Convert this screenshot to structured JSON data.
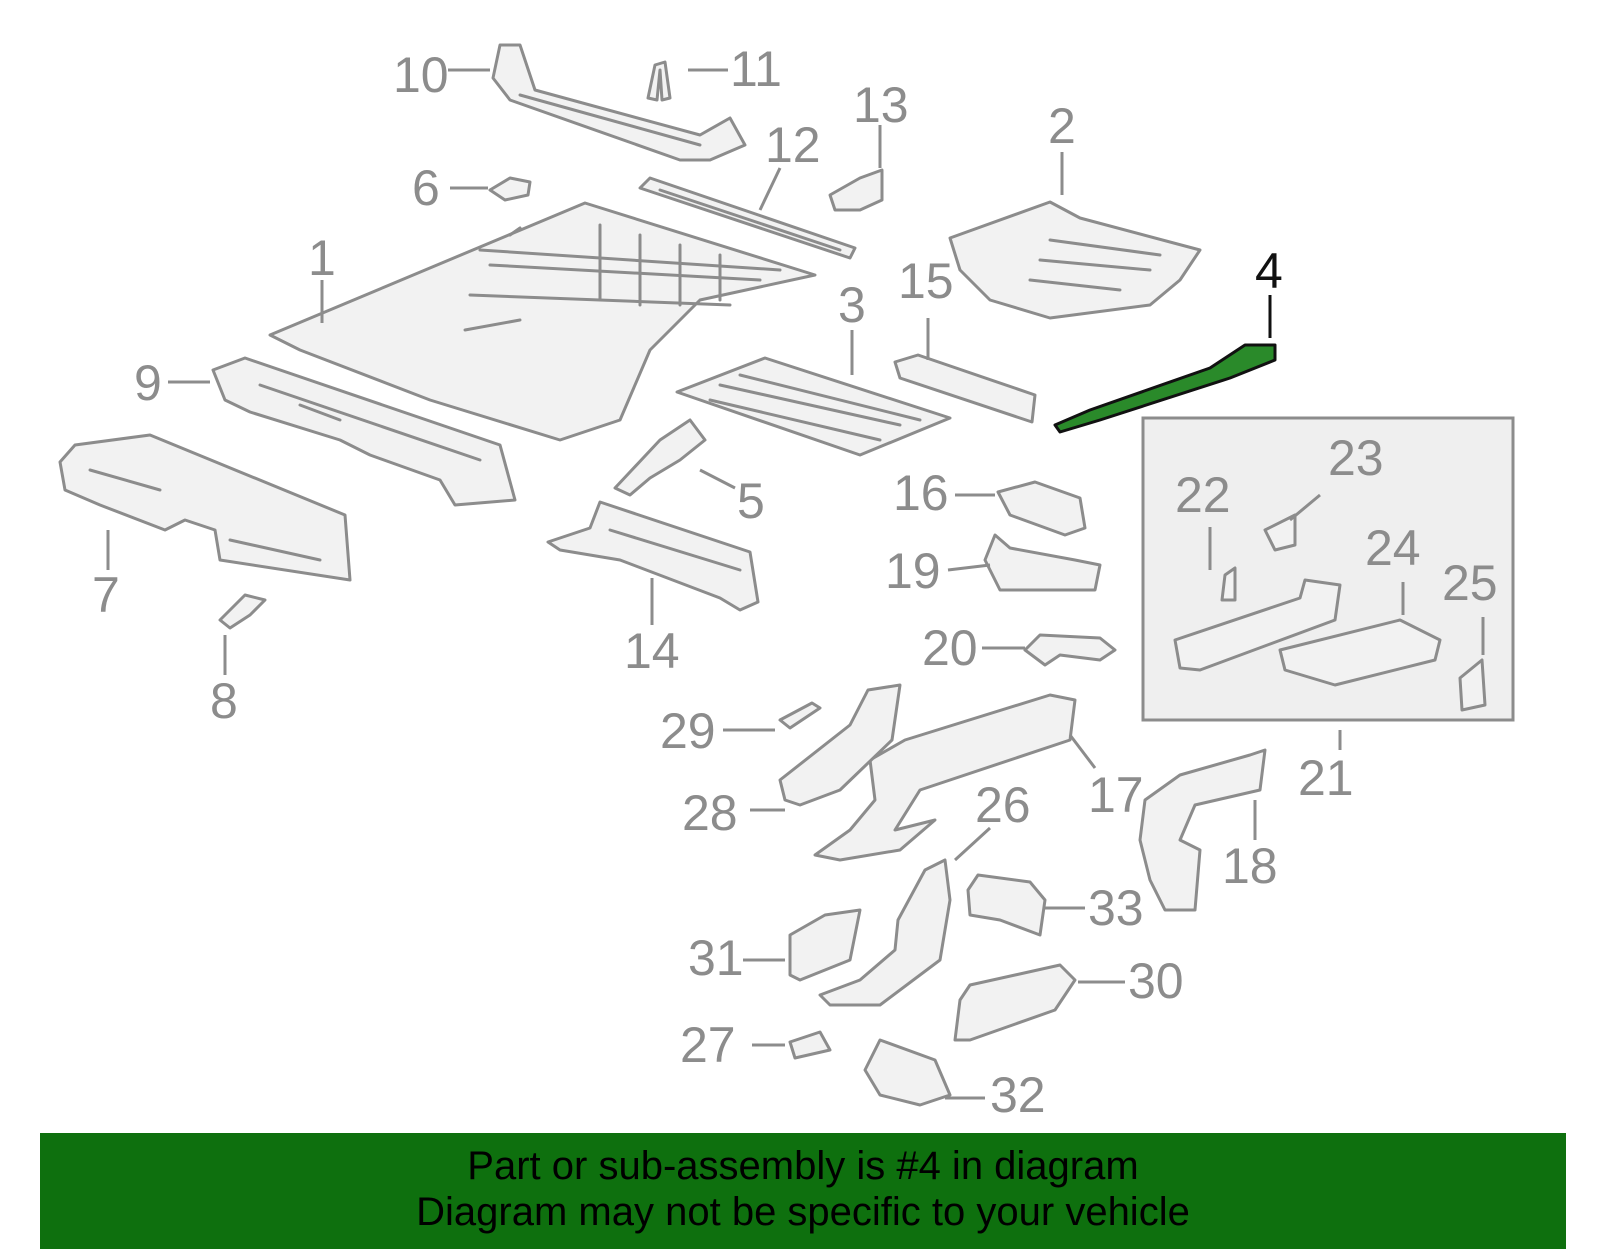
{
  "diagram": {
    "highlighted_part": "4",
    "highlight_color": "#2a8a2a",
    "part_color": "#8c8c8c",
    "callouts": {
      "c1": "1",
      "c2": "2",
      "c3": "3",
      "c4": "4",
      "c5": "5",
      "c6": "6",
      "c7": "7",
      "c8": "8",
      "c9": "9",
      "c10": "10",
      "c11": "11",
      "c12": "12",
      "c13": "13",
      "c14": "14",
      "c15": "15",
      "c16": "16",
      "c17": "17",
      "c18": "18",
      "c19": "19",
      "c20": "20",
      "c21": "21",
      "c22": "22",
      "c23": "23",
      "c24": "24",
      "c25": "25",
      "c26": "26",
      "c27": "27",
      "c28": "28",
      "c29": "29",
      "c30": "30",
      "c31": "31",
      "c32": "32",
      "c33": "33"
    }
  },
  "banner": {
    "line1": "Part or sub-assembly is #4 in diagram",
    "line2": "Diagram may not be specific to your vehicle",
    "background": "#0e700e"
  }
}
